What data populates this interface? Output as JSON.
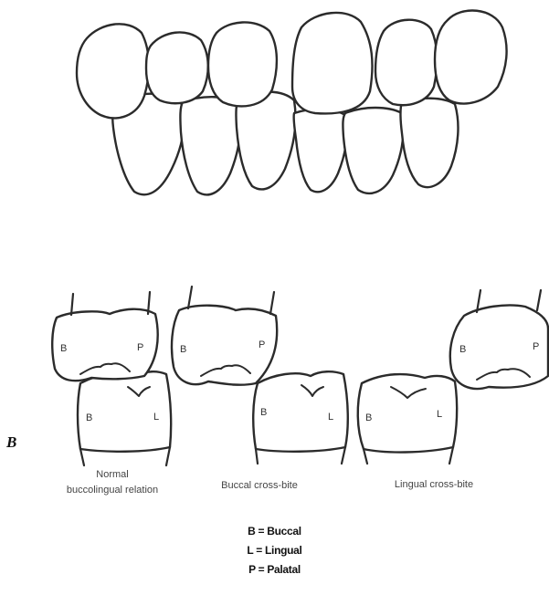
{
  "panel_label": "B",
  "tooth_labels": {
    "buccal": "B",
    "lingual": "L",
    "palatal": "P"
  },
  "captions": {
    "normal_line1": "Normal",
    "normal_line2": "buccolingual relation",
    "buccal": "Buccal cross-bite",
    "lingual": "Lingual cross-bite"
  },
  "legend": [
    {
      "text": "B = Buccal"
    },
    {
      "text": "L = Lingual"
    },
    {
      "text": "P = Palatal"
    }
  ]
}
